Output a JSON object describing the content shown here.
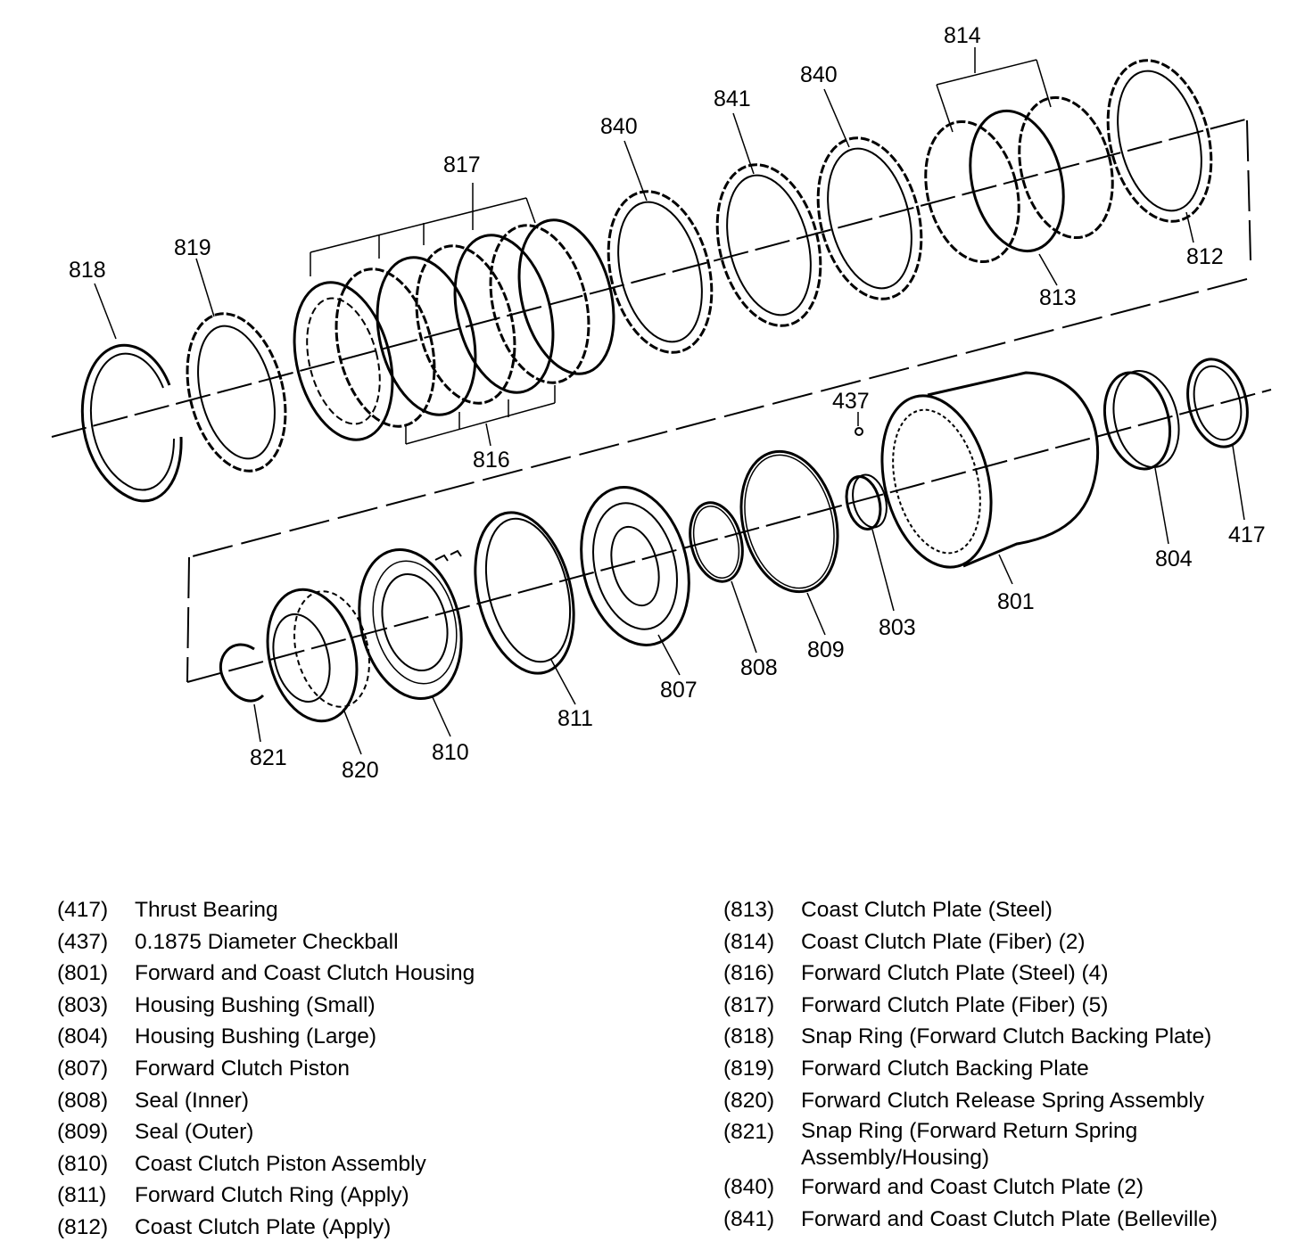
{
  "callouts": {
    "c818": "818",
    "c819": "819",
    "c817": "817",
    "c816": "816",
    "c840a": "840",
    "c841": "841",
    "c840b": "840",
    "c814": "814",
    "c812": "812",
    "c813": "813",
    "c437": "437",
    "c801": "801",
    "c804": "804",
    "c417": "417",
    "c803": "803",
    "c809": "809",
    "c808": "808",
    "c807": "807",
    "c811": "811",
    "c810": "810",
    "c820": "820",
    "c821": "821"
  },
  "legend_left": [
    {
      "num": "(417)",
      "desc": "Thrust Bearing"
    },
    {
      "num": "(437)",
      "desc": "0.1875 Diameter Checkball"
    },
    {
      "num": "(801)",
      "desc": "Forward and Coast Clutch Housing"
    },
    {
      "num": "(803)",
      "desc": "Housing Bushing (Small)"
    },
    {
      "num": "(804)",
      "desc": "Housing Bushing (Large)"
    },
    {
      "num": "(807)",
      "desc": "Forward Clutch Piston"
    },
    {
      "num": "(808)",
      "desc": "Seal (Inner)"
    },
    {
      "num": "(809)",
      "desc": "Seal (Outer)"
    },
    {
      "num": "(810)",
      "desc": "Coast Clutch Piston Assembly"
    },
    {
      "num": "(811)",
      "desc": "Forward Clutch Ring (Apply)"
    },
    {
      "num": "(812)",
      "desc": "Coast Clutch Plate (Apply)"
    }
  ],
  "legend_right": [
    {
      "num": "(813)",
      "desc": "Coast Clutch Plate (Steel)"
    },
    {
      "num": "(814)",
      "desc": "Coast Clutch Plate (Fiber) (2)"
    },
    {
      "num": "(816)",
      "desc": "Forward Clutch Plate (Steel) (4)"
    },
    {
      "num": "(817)",
      "desc": "Forward Clutch Plate (Fiber) (5)"
    },
    {
      "num": "(818)",
      "desc": "Snap Ring (Forward Clutch Backing Plate)"
    },
    {
      "num": "(819)",
      "desc": "Forward Clutch Backing Plate"
    },
    {
      "num": "(820)",
      "desc": "Forward Clutch Release Spring Assembly"
    },
    {
      "num": "(821)",
      "desc": "Snap Ring (Forward Return Spring Assembly/Housing)"
    },
    {
      "num": "(840)",
      "desc": "Forward and Coast Clutch Plate (2)"
    },
    {
      "num": "(841)",
      "desc": "Forward and Coast Clutch Plate (Belleville)"
    }
  ]
}
